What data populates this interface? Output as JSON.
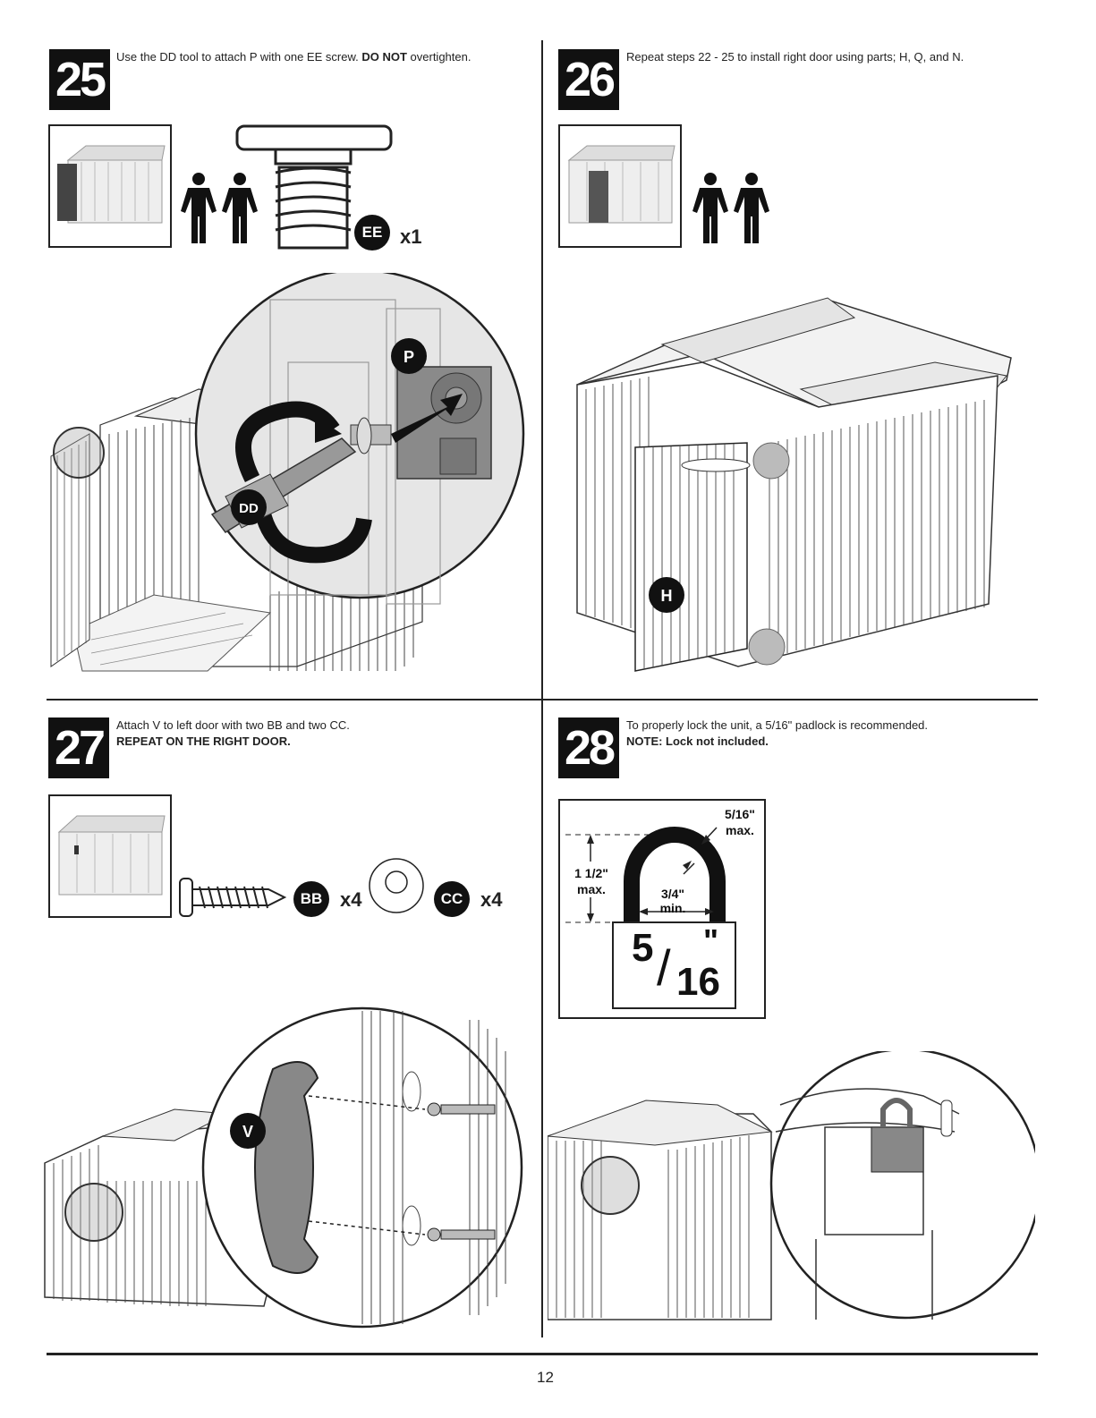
{
  "steps": [
    {
      "number": "25",
      "text": "Use the DD tool to attach P with one EE screw.",
      "bold": "DO NOT",
      "text_after": " overtighten.",
      "parts": [
        {
          "code": "EE",
          "qty": "x1"
        }
      ],
      "callouts": [
        "P",
        "DD"
      ]
    },
    {
      "number": "26",
      "text": "Repeat steps 22 - 25 to install right door using parts; H, Q, and N.",
      "callouts": [
        "H"
      ]
    },
    {
      "number": "27",
      "text": "Attach V to left door with two BB and two CC.",
      "bold_line": "REPEAT ON THE RIGHT DOOR.",
      "parts": [
        {
          "code": "BB",
          "qty": "x4"
        },
        {
          "code": "CC",
          "qty": "x4"
        }
      ],
      "callouts": [
        "V"
      ]
    },
    {
      "number": "28",
      "text": "To properly lock the unit, a 5/16\" padlock is recommended.",
      "bold_line": "NOTE: Lock not included.",
      "lock_diagram": {
        "shackle_thickness": "5/16\"",
        "shackle_thickness_note": "max.",
        "height": "1 1/2\"",
        "height_note": "max.",
        "width": "3/4\"",
        "width_note": "min.",
        "size_num": "5",
        "size_den": "16",
        "size_mark": "\""
      }
    }
  ],
  "page_number": "12"
}
